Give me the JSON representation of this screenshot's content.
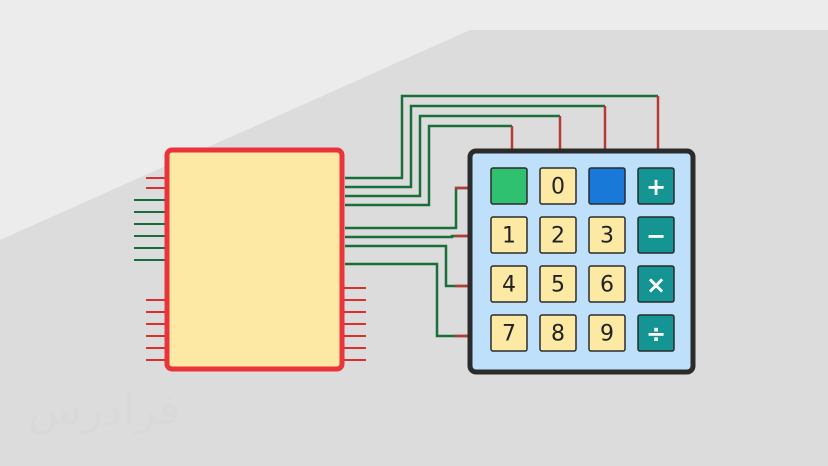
{
  "keypad": {
    "rows": [
      [
        {
          "label": "",
          "kind": "blank",
          "color": "#2fc070"
        },
        {
          "label": "0",
          "kind": "digit",
          "color": "#fce9a4"
        },
        {
          "label": "",
          "kind": "blank",
          "color": "#1979d8"
        },
        {
          "label": "+",
          "kind": "op",
          "color": "#149593"
        }
      ],
      [
        {
          "label": "1",
          "kind": "digit",
          "color": "#fce9a4"
        },
        {
          "label": "2",
          "kind": "digit",
          "color": "#fce9a4"
        },
        {
          "label": "3",
          "kind": "digit",
          "color": "#fce9a4"
        },
        {
          "label": "−",
          "kind": "op",
          "color": "#149593"
        }
      ],
      [
        {
          "label": "4",
          "kind": "digit",
          "color": "#fce9a4"
        },
        {
          "label": "5",
          "kind": "digit",
          "color": "#fce9a4"
        },
        {
          "label": "6",
          "kind": "digit",
          "color": "#fce9a4"
        },
        {
          "label": "×",
          "kind": "op",
          "color": "#149593"
        }
      ],
      [
        {
          "label": "7",
          "kind": "digit",
          "color": "#fce9a4"
        },
        {
          "label": "8",
          "kind": "digit",
          "color": "#fce9a4"
        },
        {
          "label": "9",
          "kind": "digit",
          "color": "#fce9a4"
        },
        {
          "label": "÷",
          "kind": "op",
          "color": "#149593"
        }
      ]
    ],
    "panel_color": "#bfe0fb",
    "frame_color": "#2b2b2b"
  },
  "chip": {
    "body_color": "#fde9a4",
    "border_color": "#e8343a"
  },
  "colors": {
    "background": "#ececed",
    "shadow": "#dcdcdd",
    "wire_green": "#1a6e3c",
    "wire_red": "#b63a36",
    "pin_red": "#d9312f",
    "pin_green": "#1a6e3c"
  },
  "watermark": {
    "text": "فرادرس"
  }
}
